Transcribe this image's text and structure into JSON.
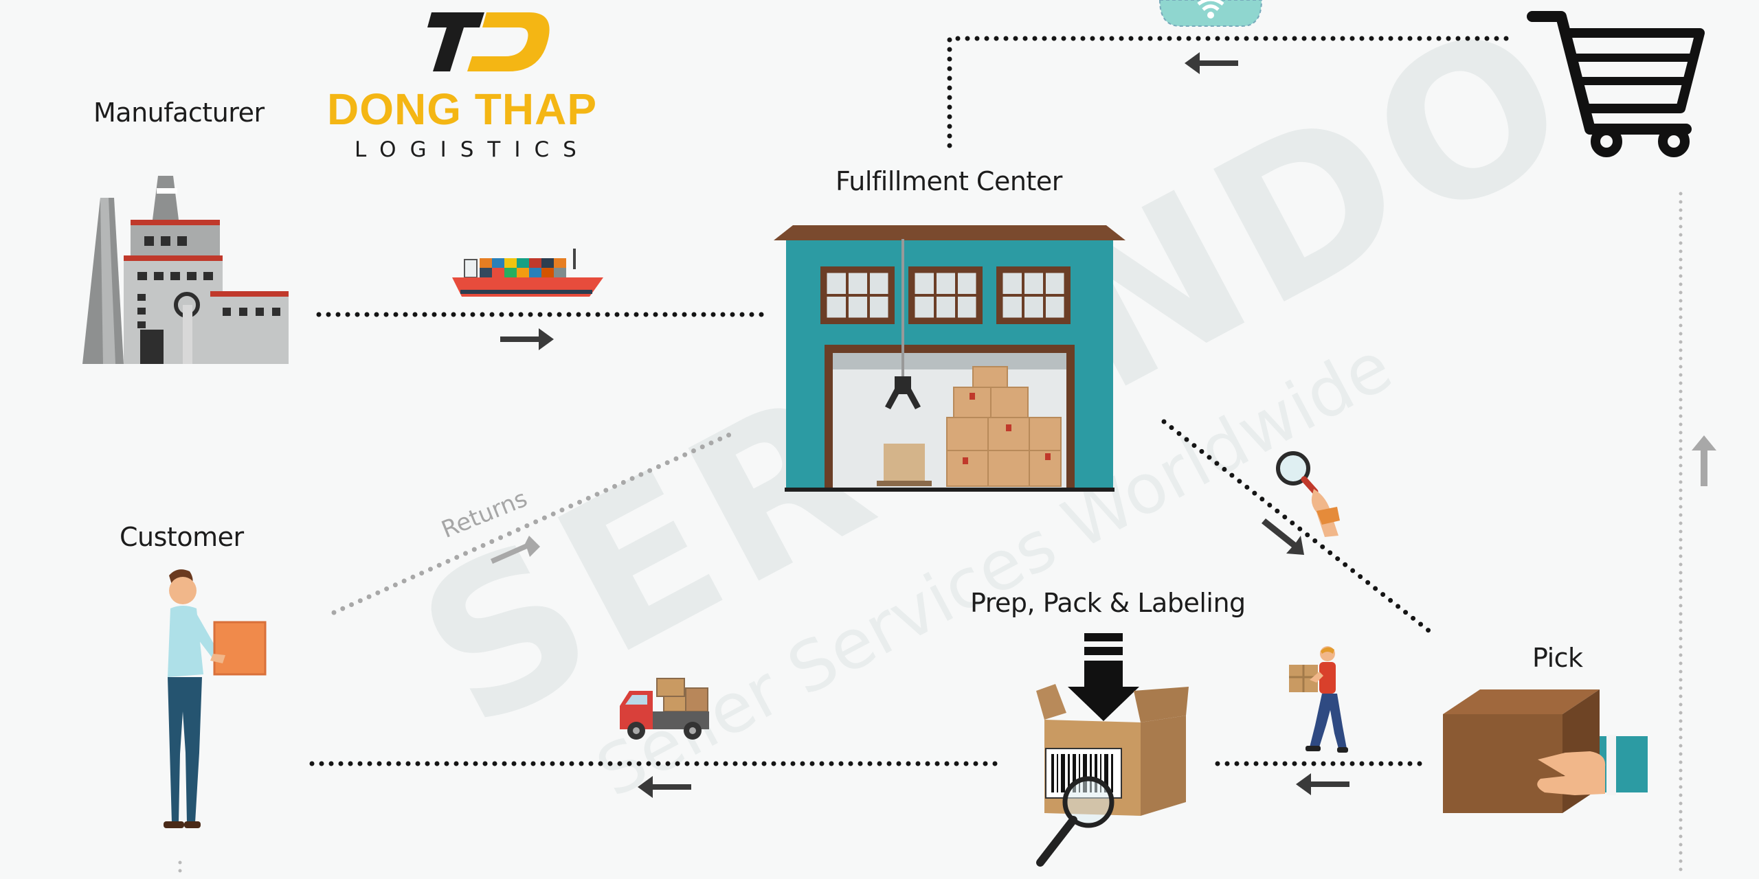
{
  "brand": {
    "name": "DONG THAP",
    "sub": "LOGISTICS",
    "logo_letters": "TD"
  },
  "watermark": {
    "main": "SERVINDO",
    "sub": "Seller Services Worldwide"
  },
  "nodes": {
    "manufacturer": "Manufacturer",
    "fulfillment": "Fulfillment Center",
    "customer": "Customer",
    "prep": "Prep, Pack & Labeling",
    "pick": "Pick"
  },
  "edges": {
    "returns": "Returns"
  },
  "icons": {
    "factory": "factory-icon",
    "ship": "cargo-ship-icon",
    "warehouse": "warehouse-icon",
    "cart": "shopping-cart-icon",
    "cloud": "wifi-cloud-icon",
    "magnifier": "magnifier-icon",
    "courier": "courier-icon",
    "truck": "delivery-truck-icon",
    "box": "labeled-box-icon",
    "pick_box": "hand-box-icon",
    "person": "customer-icon"
  },
  "colors": {
    "brand": "#f4b614",
    "teal": "#2c9ba3",
    "dots": "#151515",
    "returns": "#a8a8a8"
  }
}
